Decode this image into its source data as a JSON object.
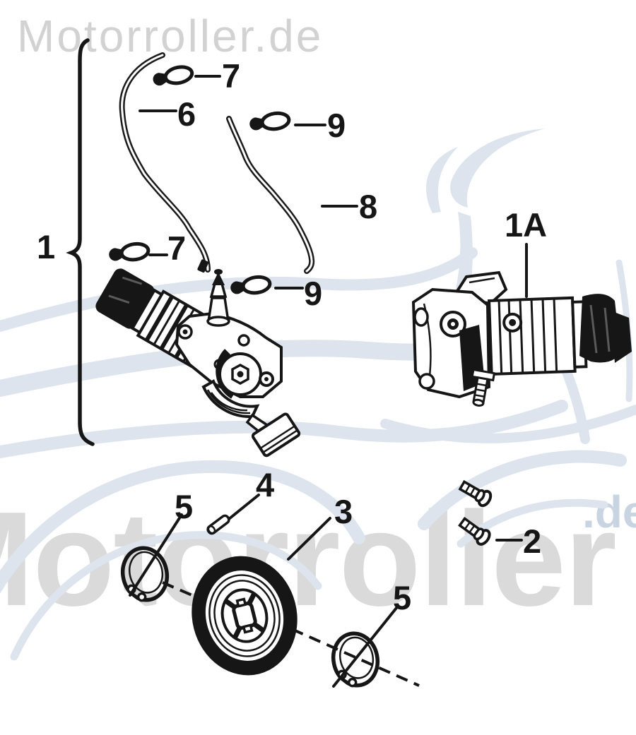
{
  "page": {
    "background": "#ffffff"
  },
  "colors": {
    "ink": "#161616",
    "watermark_gray_top": "#d2d2d2",
    "watermark_gray_bottom": "#dadada",
    "watermark_scooter_blue": "#dde4ee",
    "watermark_de_blue": "#c8d4e2"
  },
  "watermarks": {
    "top_text": "Motorroller.de",
    "bottom_text": "Motorroller",
    "bottom_domain_suffix": ".de"
  },
  "labels": {
    "n1": "1",
    "n1a": "1A",
    "n2": "2",
    "n3": "3",
    "n4": "4",
    "n5_left": "5",
    "n5_right": "5",
    "n6": "6",
    "n7_top": "7",
    "n7_mid": "7",
    "n8": "8",
    "n9_top": "9",
    "n9_mid": "9"
  }
}
